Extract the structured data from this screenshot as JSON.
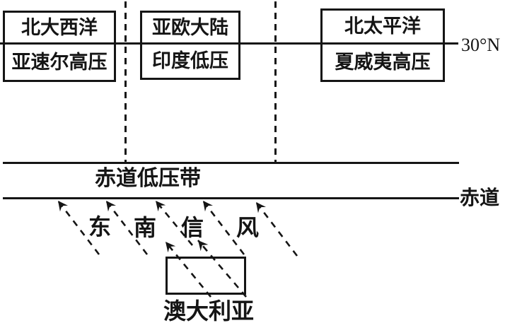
{
  "diagram": {
    "latitude_label": "30°N",
    "boxes": [
      {
        "region": "北大西洋",
        "system": "亚速尔高压"
      },
      {
        "region": "亚欧大陆",
        "system": "印度低压"
      },
      {
        "region": "北太平洋",
        "system": "夏威夷高压"
      }
    ],
    "equatorial_belt_label": "赤道低压带",
    "equator_label": "赤道",
    "trade_wind_name": "东南信风",
    "trade_wind_chars": [
      "东",
      "南",
      "信",
      "风"
    ],
    "australia_label": "澳大利亚",
    "colors": {
      "ink": "#151515",
      "background": "#ffffff"
    }
  }
}
